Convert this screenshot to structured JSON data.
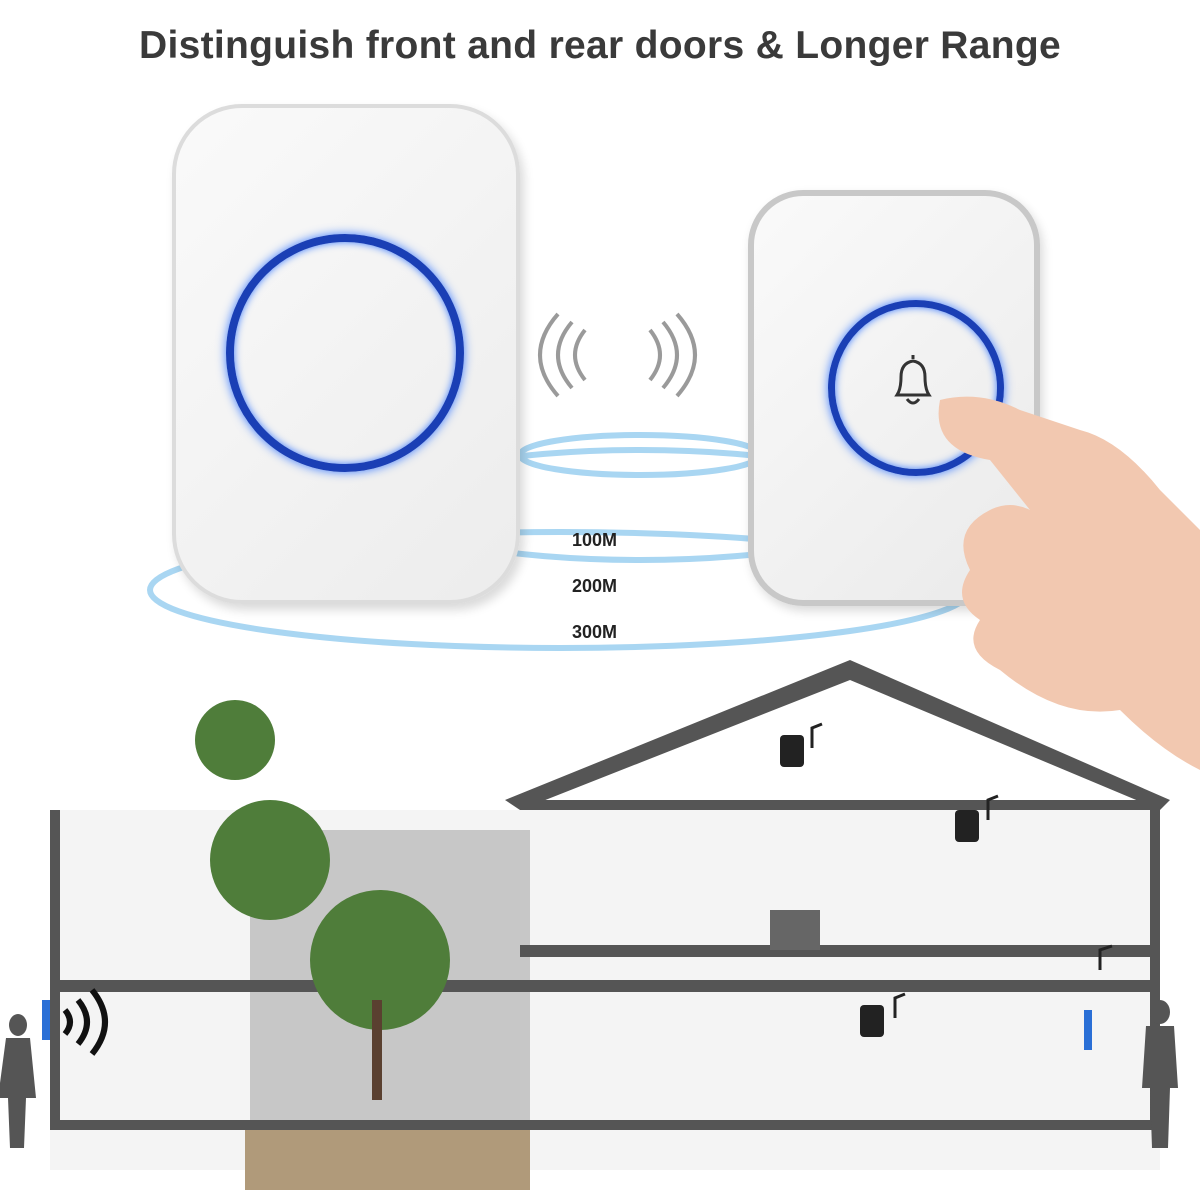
{
  "headline": "Distinguish front and rear doors & Longer Range",
  "range_labels": [
    "100M",
    "200M",
    "300M"
  ],
  "icons": [
    "bell-icon",
    "wireless-signal-icon",
    "music-note-icon",
    "sound-wave-icon"
  ],
  "colors": {
    "ring_blue": "#1a3fb5",
    "range_blue": "#a9d6f2",
    "title": "#3a3a3a"
  }
}
